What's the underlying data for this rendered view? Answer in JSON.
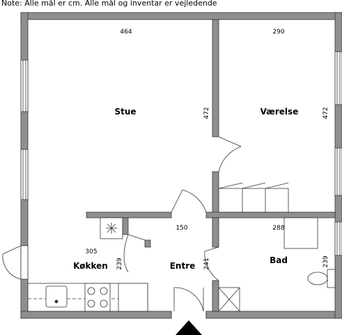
{
  "note": "Note: Alle mål er cm. Alle mål og inventar er vejledende",
  "rooms": {
    "stue": {
      "name": "Stue",
      "width": "464",
      "height": "472"
    },
    "vaerelse": {
      "name": "Værelse",
      "width": "290",
      "height": "472"
    },
    "koekken": {
      "name": "Køkken",
      "width": "305",
      "height": "239"
    },
    "entre": {
      "name": "Entre",
      "width": "150",
      "height": "241"
    },
    "bad": {
      "name": "Bad",
      "width": "288",
      "height": "239"
    }
  }
}
